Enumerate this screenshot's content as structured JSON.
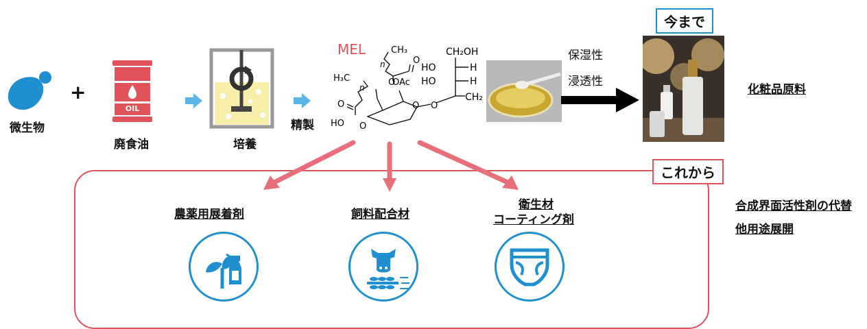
{
  "process": {
    "microbe": "微生物",
    "plus": "+",
    "waste_oil": "廃食油",
    "oil_text": "OIL",
    "culture": "培養",
    "purify": "精製",
    "mel": "MEL"
  },
  "properties": {
    "moisturizing": "保湿性",
    "penetration": "浸透性"
  },
  "current": {
    "tag": "今まで",
    "use": "化粧品原料"
  },
  "future": {
    "tag": "これから",
    "apps": [
      {
        "label": "農薬用展着剤"
      },
      {
        "label": "飼料配合材"
      },
      {
        "label_line1": "衛生材",
        "label_line2": "コーティング剤"
      }
    ],
    "notes": [
      "合成界面活性剤の代替",
      "他用途展開"
    ]
  },
  "chem": {
    "ch3_top": "CH₃",
    "n_top": "n",
    "h3c": "H₃C",
    "n_mid": "n",
    "oac": "OAc",
    "ho_low": "HO",
    "ch2oh": "CH₂OH",
    "ho1": "HO",
    "h1": "H",
    "ho2": "HO",
    "h2": "H",
    "ch2": "CH₂",
    "o_ring": "O",
    "o_link": "O",
    "o_left": "O",
    "o_carbonyl_top": "O",
    "o_carbonyl_left": "O",
    "o_ac": "O",
    "o_ho": "O"
  },
  "colors": {
    "blue": "#1f8fcf",
    "red": "#e0535a",
    "pink_arrow": "#e76f7a",
    "cyan_arrow": "#5ab4e6"
  }
}
